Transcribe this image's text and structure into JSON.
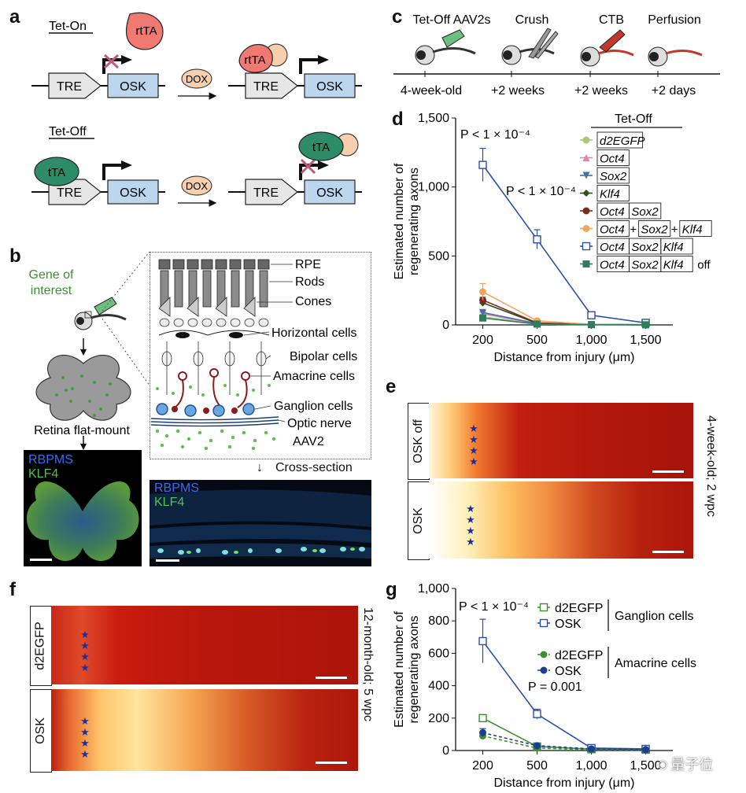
{
  "panels": {
    "a": {
      "label": "a",
      "tet_on": "Tet-On",
      "tet_off": "Tet-Off",
      "tre": "TRE",
      "osk": "OSK",
      "rtta": "rtTA",
      "tta": "tTA",
      "dox": "DOX"
    },
    "b": {
      "label": "b",
      "gene_of": "Gene of",
      "interest": "interest",
      "retina": "Retina flat-mount",
      "rbpms": "RBPMS",
      "klf4": "KLF4",
      "cross": "Cross-section",
      "layers": [
        "RPE",
        "Rods",
        "Cones",
        "Horizontal cells",
        "Bipolar cells",
        "Amacrine cells",
        "Ganglion cells",
        "Optic nerve",
        "AAV2"
      ]
    },
    "c": {
      "label": "c",
      "steps": [
        "Tet-Off AAV2s",
        "Crush",
        "CTB",
        "Perfusion"
      ],
      "times": [
        "4-week-old",
        "+2 weeks",
        "+2 weeks",
        "+2 days"
      ]
    },
    "d": {
      "label": "d",
      "p1": "P < 1 × 10⁻⁴",
      "p2": "P < 1 × 10⁻⁴",
      "legend_title": "Tet-Off",
      "plus": "+",
      "off": "off"
    },
    "e": {
      "label": "e",
      "osk_off": "OSK off",
      "osk": "OSK",
      "side": "4-week-old; 2 wpc",
      "stars": "★\n★\n★\n★"
    },
    "f": {
      "label": "f",
      "d2egfp": "d2EGFP",
      "osk": "OSK",
      "side": "12-month-old; 5 wpc",
      "stars": "★\n★\n★\n★"
    },
    "g": {
      "label": "g",
      "p1": "P < 1 × 10⁻⁴",
      "p2": "P = 0.001",
      "ganglion": "Ganglion cells",
      "amacrine": "Amacrine cells"
    },
    "watermark": "量子位"
  },
  "colors": {
    "blue": "#2a4fa8",
    "pink": "#f29c9c",
    "green": "#2e7d5b",
    "lightblue": "#bcd6ee",
    "peach": "#f6cfae",
    "red_tissue": "#b5160b"
  },
  "chart_data": [
    {
      "id": "d",
      "type": "line",
      "xlabel": "Distance from injury (μm)",
      "ylabel": "Estimated number of regenerating axons",
      "x": [
        200,
        500,
        1000,
        1500
      ],
      "x_tick_labels": [
        "200",
        "500",
        "1,000",
        "1,500"
      ],
      "ylim": [
        0,
        1500
      ],
      "y_ticks": [
        0,
        500,
        1000,
        1500
      ],
      "y_tick_labels": [
        "0",
        "500",
        "1,000",
        "1,500"
      ],
      "legend_title": "Tet-Off",
      "series": [
        {
          "name": "d2EGFP",
          "color": "#a9c97a",
          "marker": "circle",
          "values": [
            60,
            5,
            2,
            1
          ],
          "err": [
            8,
            3,
            1,
            1
          ]
        },
        {
          "name": "Oct4",
          "color": "#d98aa7",
          "marker": "triangle",
          "values": [
            80,
            8,
            2,
            1
          ],
          "err": [
            10,
            3,
            1,
            1
          ]
        },
        {
          "name": "Sox2",
          "color": "#4a6fa5",
          "marker": "triangle-down",
          "values": [
            90,
            10,
            2,
            1
          ],
          "err": [
            10,
            3,
            1,
            1
          ]
        },
        {
          "name": "Klf4",
          "color": "#2f4f1f",
          "marker": "diamond",
          "values": [
            160,
            12,
            3,
            1
          ],
          "err": [
            20,
            4,
            1,
            1
          ]
        },
        {
          "name": "Oct4 Sox2",
          "color": "#7a2c1c",
          "marker": "circle",
          "values": [
            180,
            15,
            3,
            1
          ],
          "err": [
            20,
            4,
            1,
            1
          ]
        },
        {
          "name": "Oct4 + Sox2 + Klf4",
          "color": "#f2a65a",
          "marker": "circle",
          "values": [
            240,
            30,
            4,
            2
          ],
          "err": [
            60,
            8,
            1,
            1
          ]
        },
        {
          "name": "Oct4 Sox2 Klf4",
          "color": "#2a4fa8",
          "marker": "square-open",
          "values": [
            1160,
            620,
            70,
            15
          ],
          "err": [
            120,
            70,
            10,
            3
          ]
        },
        {
          "name": "Oct4 Sox2 Klf4 off",
          "color": "#2e7d5b",
          "marker": "square",
          "values": [
            50,
            6,
            2,
            1
          ],
          "err": [
            10,
            3,
            1,
            1
          ]
        }
      ]
    },
    {
      "id": "g",
      "type": "line",
      "xlabel": "Distance from injury (μm)",
      "ylabel": "Estimated number of regenerating axons",
      "x": [
        200,
        500,
        1000,
        1500
      ],
      "x_tick_labels": [
        "200",
        "500",
        "1,000",
        "1,500"
      ],
      "ylim": [
        0,
        1000
      ],
      "y_ticks": [
        0,
        200,
        400,
        600,
        800,
        1000
      ],
      "y_tick_labels": [
        "0",
        "200",
        "400",
        "600",
        "800",
        "1,000"
      ],
      "series": [
        {
          "name": "d2EGFP",
          "group": "Ganglion cells",
          "color": "#3f8f2f",
          "marker": "square-open",
          "dash": "",
          "values": [
            200,
            25,
            8,
            5
          ],
          "err": [
            15,
            10,
            3,
            2
          ]
        },
        {
          "name": "OSK",
          "group": "Ganglion cells",
          "color": "#2a4fa8",
          "marker": "square-open",
          "dash": "",
          "values": [
            675,
            225,
            15,
            10
          ],
          "err": [
            135,
            30,
            5,
            3
          ]
        },
        {
          "name": "d2EGFP",
          "group": "Amacrine cells",
          "color": "#3f8f2f",
          "marker": "circle",
          "dash": "4,3",
          "values": [
            90,
            15,
            5,
            3
          ],
          "err": [
            20,
            5,
            2,
            1
          ]
        },
        {
          "name": "OSK",
          "group": "Amacrine cells",
          "color": "#1b3f8f",
          "marker": "circle",
          "dash": "4,3",
          "values": [
            110,
            30,
            10,
            6
          ],
          "err": [
            25,
            8,
            3,
            2
          ]
        }
      ]
    }
  ]
}
